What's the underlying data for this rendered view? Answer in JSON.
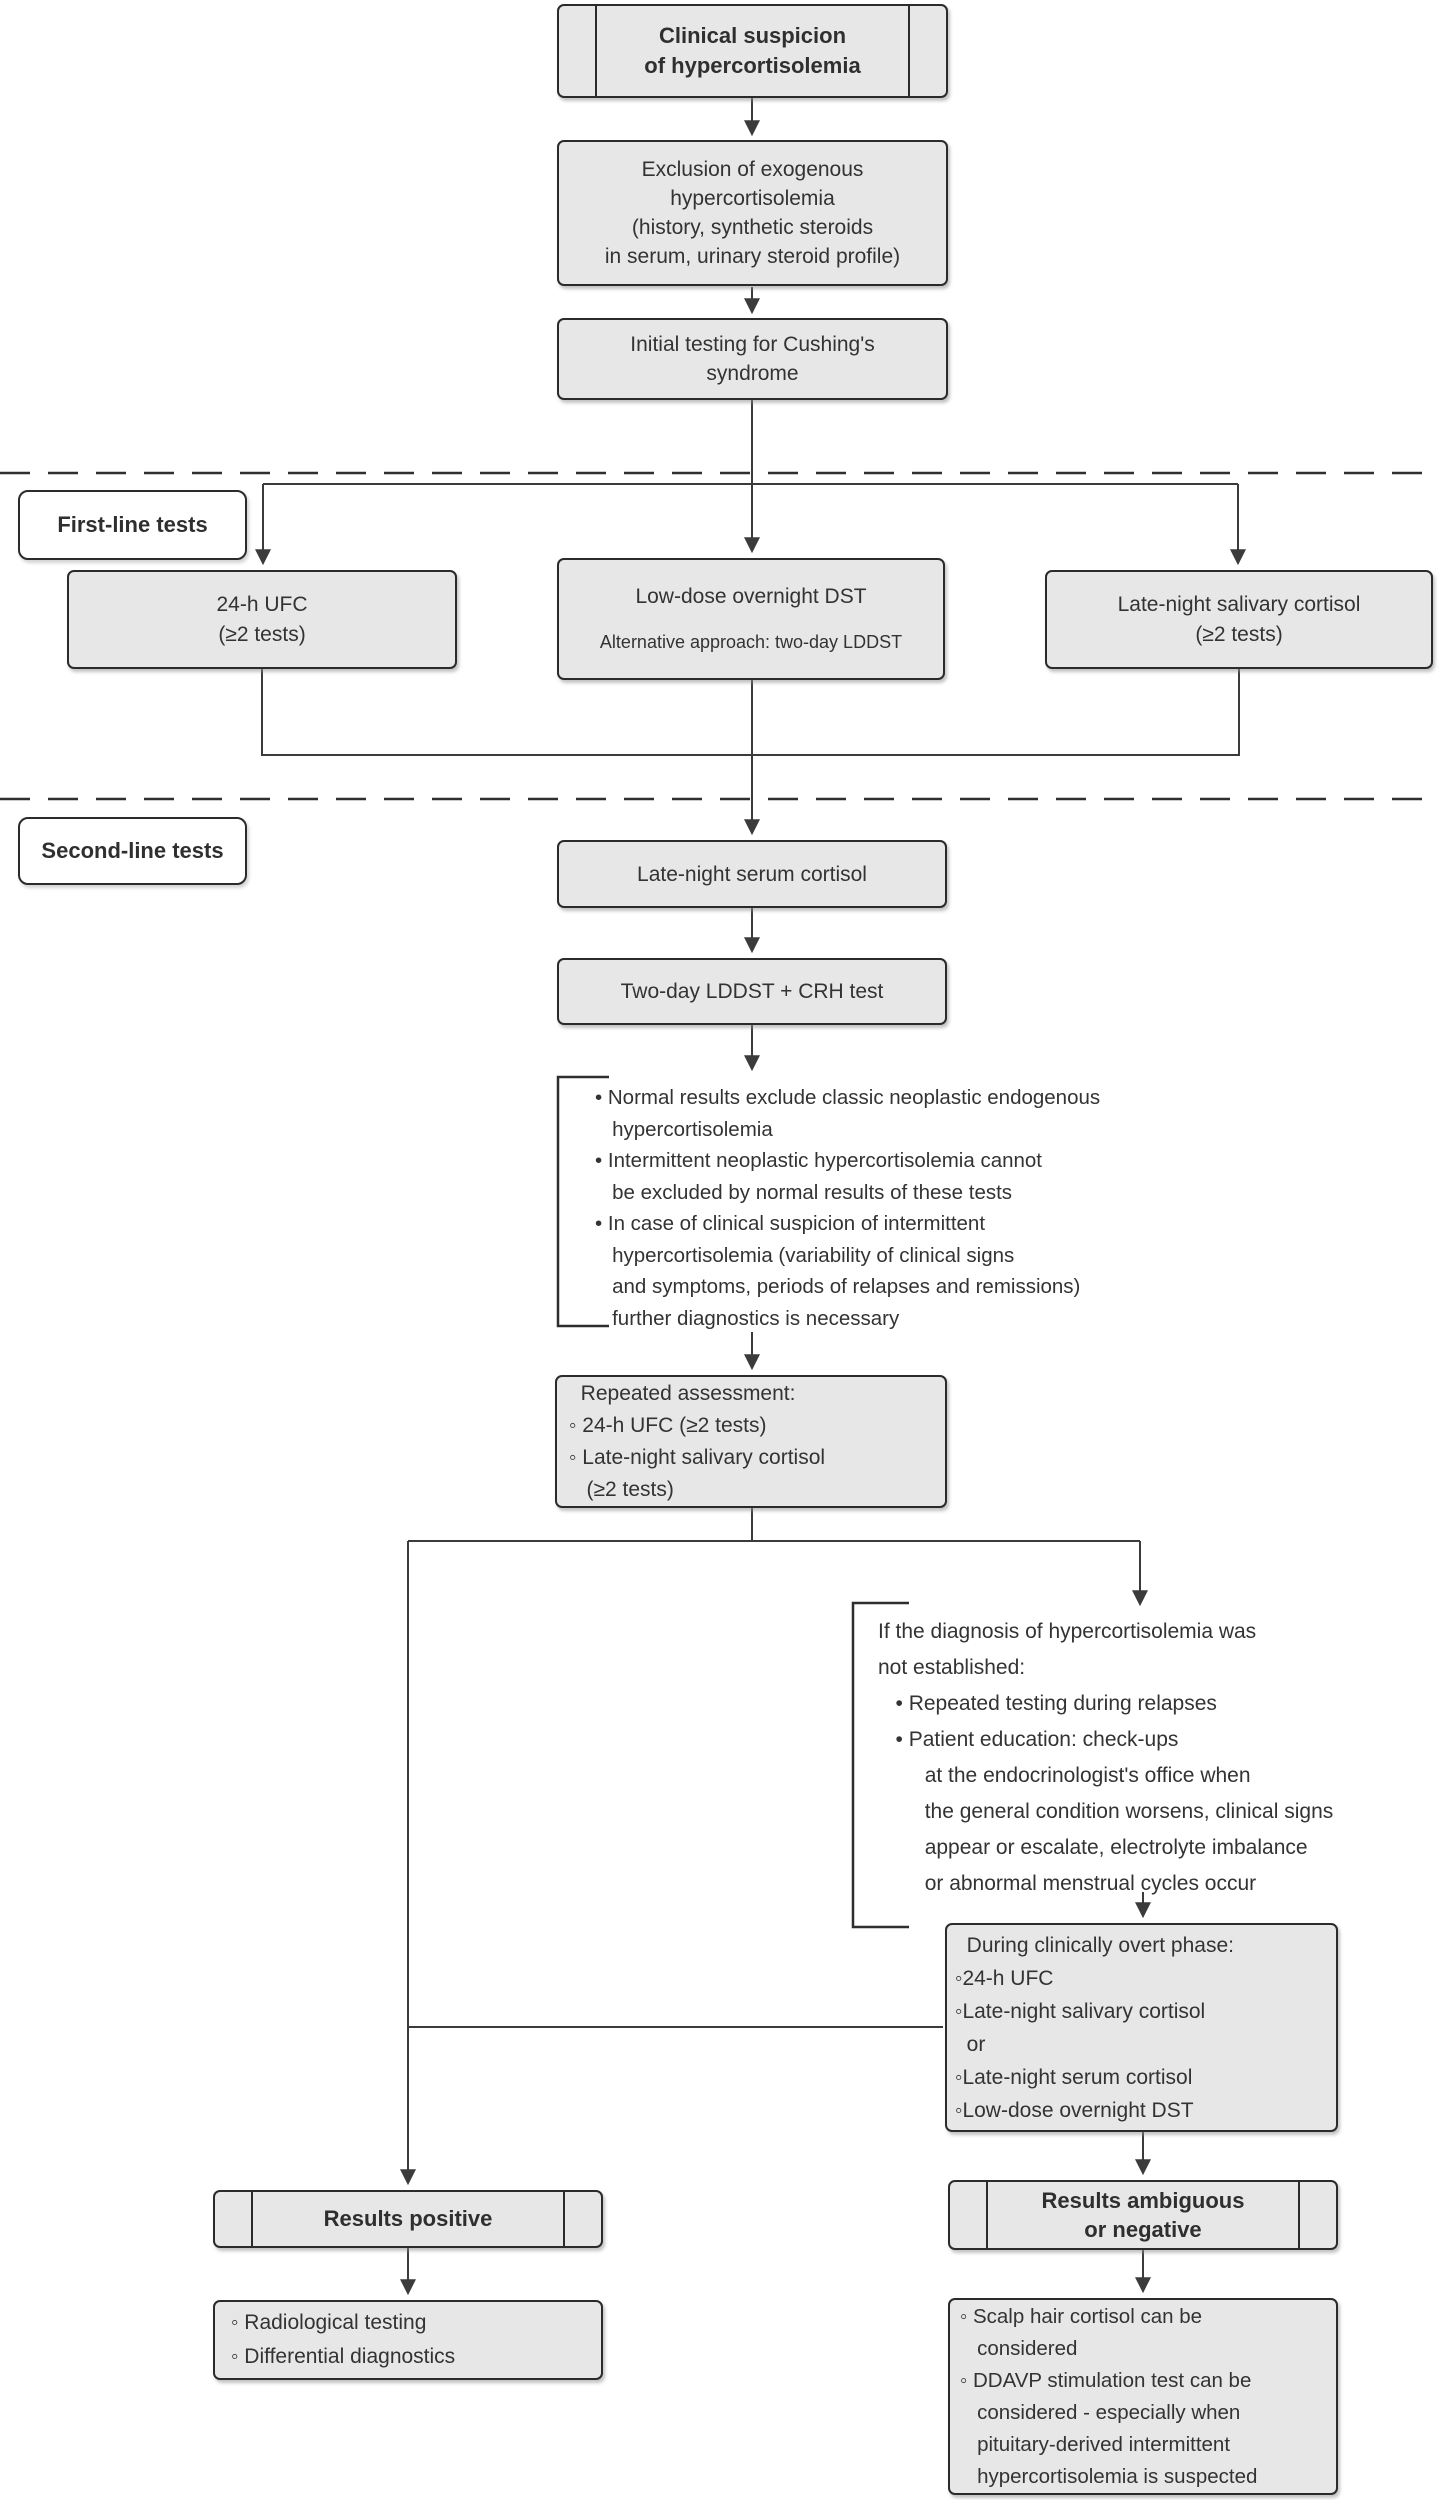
{
  "diagram": {
    "colors": {
      "background": "#ffffff",
      "box_fill": "#e7e7e7",
      "box_border": "#2b2b2b",
      "connector": "#3b3b3b",
      "text": "#333333",
      "label_fill": "#ffffff"
    },
    "sections": {
      "first_line_label": "First-line tests",
      "second_line_label": "Second-line tests"
    },
    "nodes": {
      "clinical_suspicion": [
        "Clinical suspicion",
        "of hypercortisolemia"
      ],
      "exclusion_exogenous": [
        "Exclusion of exogenous",
        "hypercortisolemia",
        "(history, synthetic steroids",
        "in serum, urinary steroid profile)"
      ],
      "initial_testing": [
        "Initial testing for Cushing's",
        "syndrome"
      ],
      "ufc": [
        "24-h UFC",
        "(≥2 tests)"
      ],
      "dst_title": "Low-dose overnight DST",
      "dst_alt": "Alternative approach: two-day LDDST",
      "salivary": [
        "Late-night salivary cortisol",
        "(≥2 tests)"
      ],
      "serum": "Late-night serum cortisol",
      "two_day_lddst_crh": "Two-day LDDST + CRH test",
      "normal_results_note": [
        "• Normal results exclude classic neoplastic endogenous",
        "   hypercortisolemia",
        "• Intermittent neoplastic hypercortisolemia cannot",
        "   be excluded by normal results of these tests",
        "• In case of clinical suspicion of intermittent",
        "   hypercortisolemia (variability of clinical signs",
        "   and symptoms, periods of relapses and remissions)",
        "   further diagnostics is necessary"
      ],
      "repeated_assessment": [
        "  Repeated assessment:",
        "◦ 24-h UFC (≥2 tests)",
        "◦ Late-night salivary cortisol",
        "   (≥2 tests)"
      ],
      "if_not_established": [
        "If the diagnosis of hypercortisolemia was",
        "not established:",
        "   • Repeated testing during relapses",
        "   • Patient education: check-ups",
        "        at the endocrinologist's office when",
        "        the general condition worsens, clinical signs",
        "        appear or escalate, electrolyte imbalance",
        "        or abnormal menstrual cycles occur"
      ],
      "during_overt_phase": [
        "  During clinically overt phase:",
        "◦24-h UFC",
        "◦Late-night salivary cortisol",
        "  or",
        "◦Late-night serum cortisol",
        "◦Low-dose overnight DST"
      ],
      "results_positive": "Results positive",
      "results_ambiguous": [
        "Results ambiguous",
        "or negative"
      ],
      "radiological": [
        "◦ Radiological testing",
        "◦ Differential diagnostics"
      ],
      "scalp_ddavp": [
        "◦ Scalp hair cortisol can be",
        "   considered",
        "◦ DDAVP stimulation test can be",
        "   considered - especially when",
        "   pituitary-derived intermittent",
        "   hypercortisolemia is suspected"
      ]
    }
  }
}
